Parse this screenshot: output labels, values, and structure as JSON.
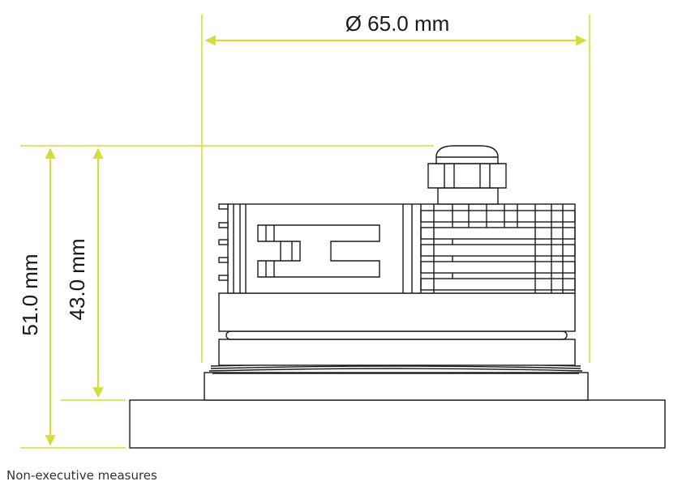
{
  "dimensions": {
    "width_label": "Ø 65.0 mm",
    "total_height_label": "51.0 mm",
    "body_height_label": "43.0 mm"
  },
  "caption": "Non-executive measures",
  "colors": {
    "dimension_line": "#d4dc3c",
    "drawing_line": "#1a1a1a",
    "background": "#ffffff"
  }
}
